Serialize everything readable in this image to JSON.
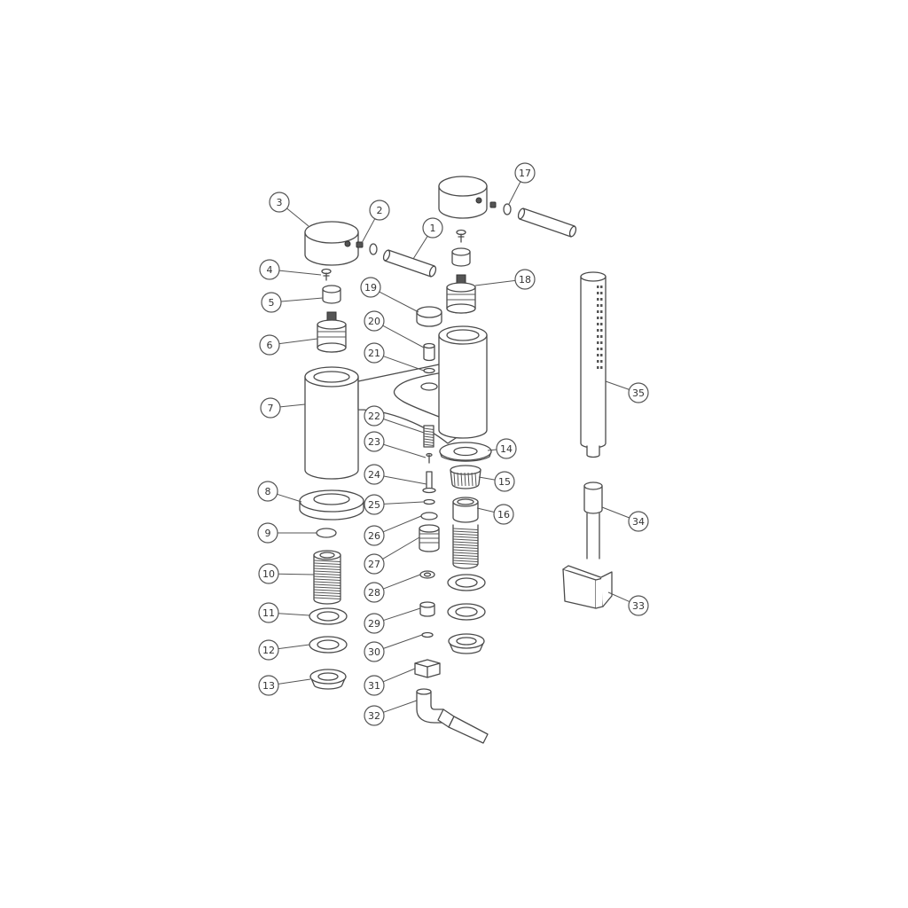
{
  "callouts": [
    {
      "label": "1"
    },
    {
      "label": "2"
    },
    {
      "label": "3"
    },
    {
      "label": "4"
    },
    {
      "label": "5"
    },
    {
      "label": "6"
    },
    {
      "label": "7"
    },
    {
      "label": "8"
    },
    {
      "label": "9"
    },
    {
      "label": "10"
    },
    {
      "label": "11"
    },
    {
      "label": "12"
    },
    {
      "label": "13"
    },
    {
      "label": "14"
    },
    {
      "label": "15"
    },
    {
      "label": "16"
    },
    {
      "label": "17"
    },
    {
      "label": "18"
    },
    {
      "label": "19"
    },
    {
      "label": "20"
    },
    {
      "label": "21"
    },
    {
      "label": "22"
    },
    {
      "label": "23"
    },
    {
      "label": "24"
    },
    {
      "label": "25"
    },
    {
      "label": "26"
    },
    {
      "label": "27"
    },
    {
      "label": "28"
    },
    {
      "label": "29"
    },
    {
      "label": "30"
    },
    {
      "label": "31"
    },
    {
      "label": "32"
    },
    {
      "label": "33"
    },
    {
      "label": "34"
    },
    {
      "label": "35"
    }
  ],
  "colors": {
    "line": "#4a4a4a",
    "background": "#ffffff"
  }
}
